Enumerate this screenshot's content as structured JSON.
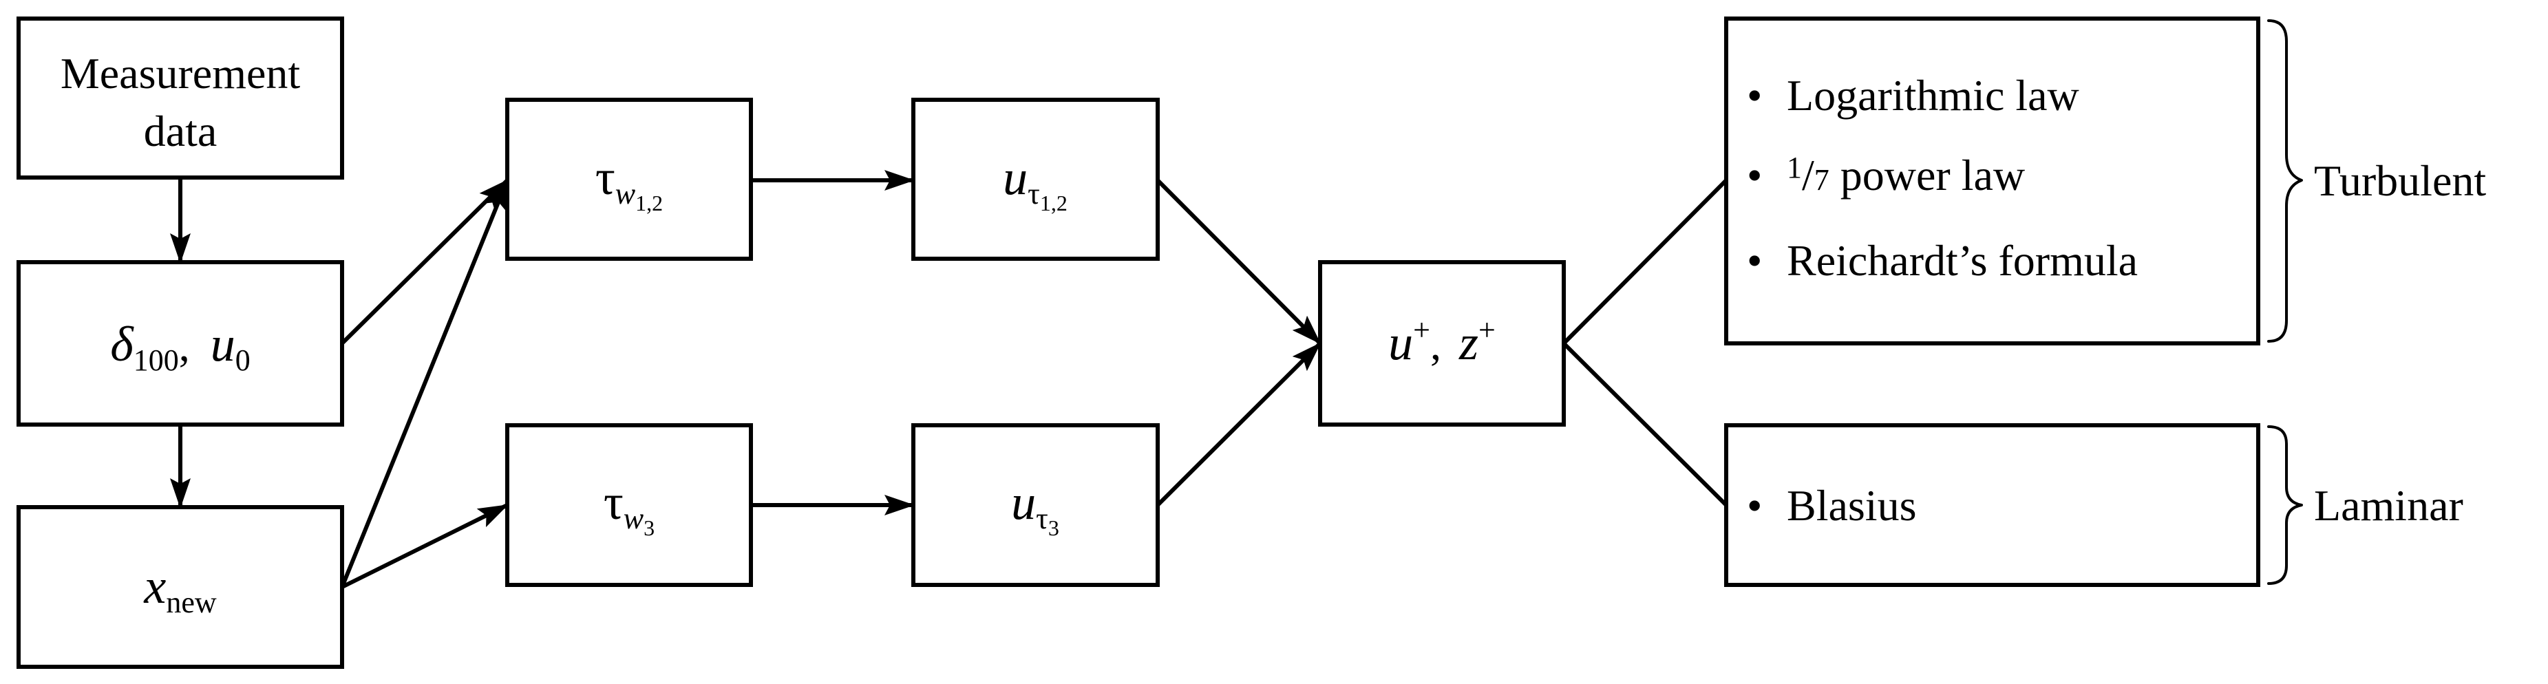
{
  "nodes": {
    "measurement": {
      "line1": "Measurement",
      "line2": "data"
    },
    "delta_u0": {
      "delta": "δ",
      "delta_sub": "100",
      "sep": ",",
      "u": "u",
      "u_sub": "0"
    },
    "x_new": {
      "x": "x",
      "x_sub": "new"
    },
    "tau_w12": {
      "tau": "τ",
      "w": "w",
      "w_sub": "1,2"
    },
    "tau_w3": {
      "tau": "τ",
      "w": "w",
      "w_sub": "3"
    },
    "u_tau12": {
      "u": "u",
      "tau": "τ",
      "tau_sub": "1,2"
    },
    "u_tau3": {
      "u": "u",
      "tau": "τ",
      "tau_sub": "3"
    },
    "uplus_zplus": {
      "u": "u",
      "u_sup": "+",
      "sep": ",",
      "z": "z",
      "z_sup": "+"
    }
  },
  "turbulent_box": {
    "bullet": "•",
    "items": [
      "Logarithmic law",
      "1/7 power law",
      "Reichardt’s formula"
    ],
    "power_law": {
      "num": "1",
      "slash": "/",
      "den": "7",
      "rest": "power law"
    }
  },
  "laminar_box": {
    "bullet": "•",
    "items": [
      "Blasius"
    ]
  },
  "groups": {
    "turbulent": "Turbulent",
    "laminar": "Laminar"
  }
}
